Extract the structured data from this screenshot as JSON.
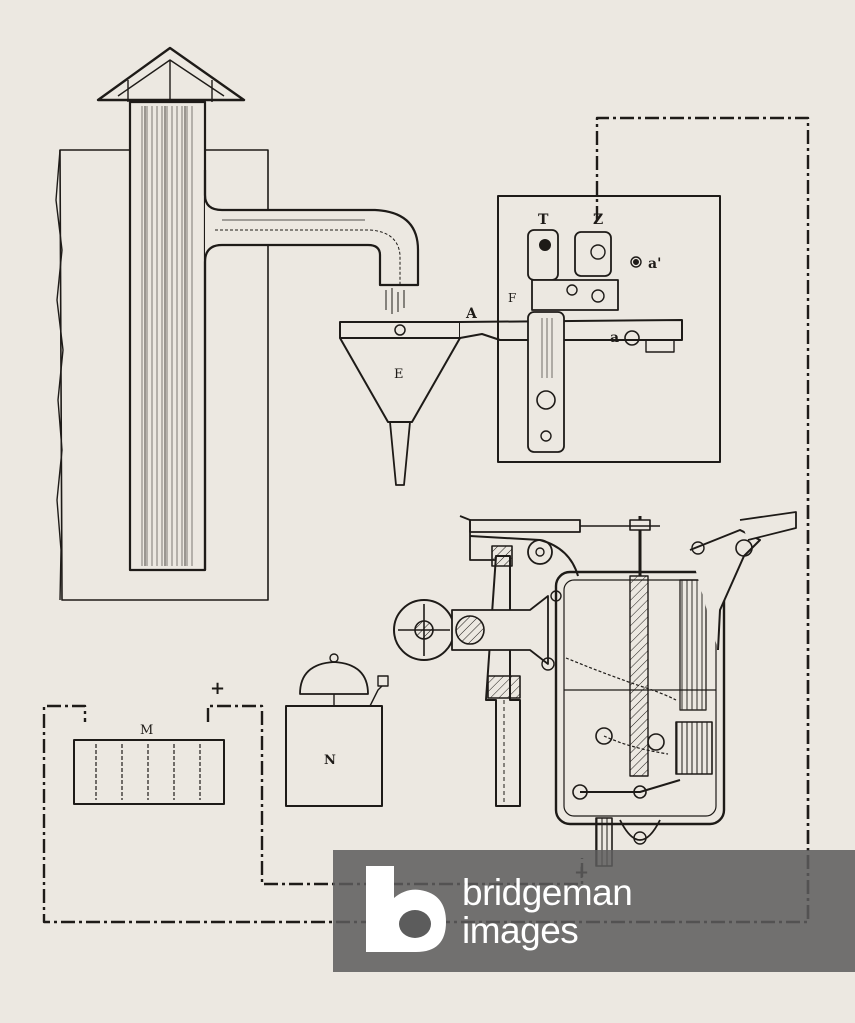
{
  "labels": {
    "T": "T",
    "Z": "Z",
    "a_prime": "a'",
    "F": "F",
    "A": "A",
    "a": "a",
    "E": "E",
    "M": "M",
    "N": "N",
    "plus_top": "+",
    "plus_bottom": "+"
  },
  "watermark": {
    "line1": "bridgeman",
    "line2": "images",
    "bg_color": "#5c5c5c",
    "text_color": "#ffffff"
  },
  "colors": {
    "ink": "#1e1b18",
    "paper": "#ece8e1"
  }
}
